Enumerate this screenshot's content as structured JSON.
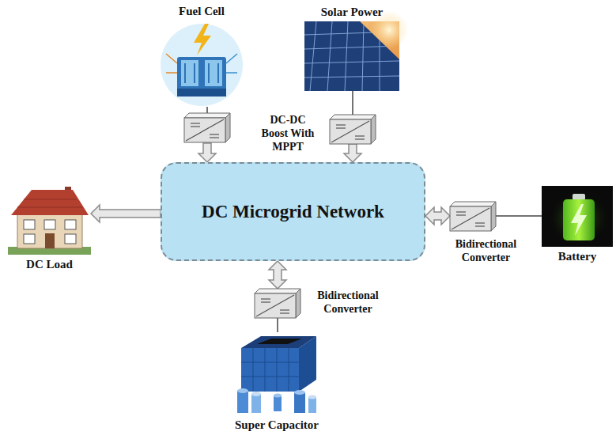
{
  "diagram": {
    "nodes": [
      {
        "text": [
          "Fuel Cell"
        ]
      },
      {
        "text": [
          "Solar Power"
        ]
      },
      {
        "text": [
          "DC Microgrid Network"
        ]
      },
      {
        "text": [
          "DC Load"
        ]
      },
      {
        "text": [
          "Bidirectional Converter"
        ]
      },
      {
        "text": [
          "Battery"
        ]
      },
      {
        "text": [
          "Bidirectional Converter"
        ]
      },
      {
        "text": [
          "Super Capacitor"
        ]
      }
    ],
    "edges": [
      {
        "from": 0,
        "to": 2,
        "arrow": "to"
      },
      {
        "from": 1,
        "to": 2,
        "arrow": "to"
      },
      {
        "from": 2,
        "to": 3,
        "arrow": "to"
      },
      {
        "from": 4,
        "to": 2,
        "arrow": "both"
      },
      {
        "from": 5,
        "to": 4,
        "arrow": "none"
      },
      {
        "from": 6,
        "to": 2,
        "arrow": "both"
      },
      {
        "from": 7,
        "to": 6,
        "arrow": "none"
      }
    ],
    "labels": [
      "DC-DC Boost With MPPT"
    ]
  }
}
